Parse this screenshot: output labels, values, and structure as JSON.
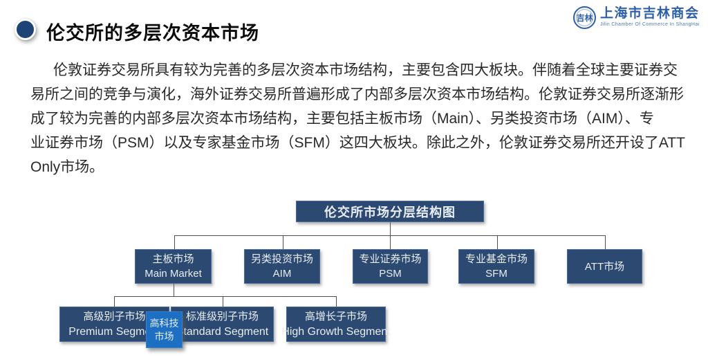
{
  "slide": {
    "title": "伦交所的多层次资本市场"
  },
  "logo": {
    "seal_text": "吉林",
    "org_name_cn": "上海市吉林商会",
    "org_name_en": "Jilin Chamber Of Commerce In ShangHai"
  },
  "paragraph": {
    "lines": [
      "伦敦证券交易所具有较为完善的多层次资本市场结构，主要包含四大板块。伴随着全球主要证券交",
      "易所之间的竞争与演化，海外证券交易所普遍形成了内部多层次资本市场结构。伦敦证券交易所逐渐形",
      "成了较为完善的内部多层次资本市场结构，主要包括主板市场（Main）、另类投资市场（AIM）、专",
      "业证券市场（PSM）以及专家基金市场（SFM）这四大板块。除此之外，伦敦证券交易所还开设了ATT",
      "Only市场。"
    ]
  },
  "diagram": {
    "root": {
      "label": "伦交所市场分层结构图"
    },
    "level2": [
      {
        "cn": "主板市场",
        "en": "Main Market"
      },
      {
        "cn": "另类投资市场",
        "en": "AIM"
      },
      {
        "cn": "专业证券市场",
        "en": "PSM"
      },
      {
        "cn": "专业基金市场",
        "en": "SFM"
      },
      {
        "cn": "ATT市场"
      }
    ],
    "level3": [
      {
        "cn": "高级别子市场",
        "en": "Premium Segment"
      },
      {
        "cn": "标准级别子市场",
        "en": "Standard Segment"
      },
      {
        "cn": "高增长子市场",
        "en": "High Growth Segment"
      }
    ],
    "overlay": {
      "line1": "高科技",
      "line2": "市场"
    }
  },
  "colors": {
    "box_dark_blue": "#2b4971",
    "box_bright_blue": "#1d6fc4",
    "logo_blue": "#2d5fa9",
    "bullet_navy": "#1e4476",
    "connector_gray": "#4d4d4d"
  }
}
